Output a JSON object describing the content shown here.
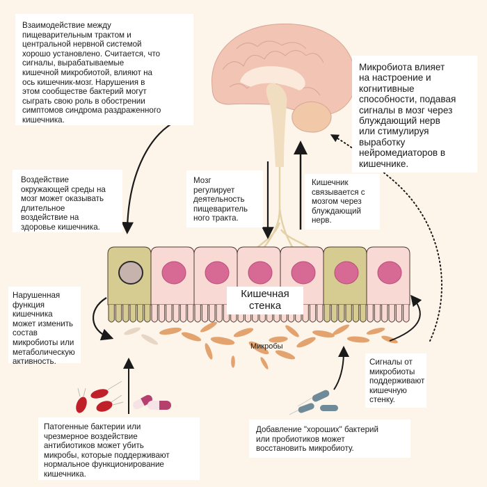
{
  "title": "Ось кишечник-мозг",
  "boxes": {
    "intro": "Взаимодействие между\nпищеварительным трактом и\nцентральной нервной системой\nхорошо установлено. Считается, что\nсигналы, вырабатываемые\nкишечной микробиотой, влияют на\nось кишечник-мозг. Нарушения в\nэтом сообществе бактерий могут\nсыграть свою роль в обострении\nсимптомов синдрома раздраженного\nкишечника.",
    "microbiota_mood": "Микробиота влияет\nна настроение и\nкогнитивные\nспособности, подавая\nсигналы в мозг через\nблуждающий нерв\nили стимулируя\nвыработку\nнейромедиаторов в\nкишечнике.",
    "environment": "Воздействие\nокружающей среды на\nмозг может оказывать\nдлительное\nвоздействие на\nздоровье кишечника.",
    "brain_regulates": "Мозг\nрегулирует\nдеятельность\nпищеваритель\nного тракта.",
    "gut_connects": "Кишечник\nсвязывается с\nмозгом через\nблуждающий\nнерв.",
    "disturbed_function": "Нарушенная\nфункция\nкишечника\nможет изменить\nсостав\nмикробиоты или\nметаболическую\nактивность.",
    "signals_support": "Сигналы от\nмикробиоты\nподдерживают\nкишечную\nстенку.",
    "pathogens": "Патогенные бактерии или\nчрезмерное воздействие\nантибиотиков может убить\nмикробы, которые поддерживают\nнормальное функционирование\nкишечника.",
    "probiotics": "Добавление \"хороших\" бактерий\nили пробиотиков может\nвосстановить микробиоту."
  },
  "labels": {
    "gut_wall": "Кишечная\nстенка",
    "microbes": "Микробы"
  },
  "colors": {
    "background": "#fdf5ea",
    "brain": "#f2c4b4",
    "cell_pink": "#f9d9d4",
    "cell_olive": "#d6cb90",
    "nucleus": "#d76a94",
    "microbe": "#e09a62",
    "pathogen": "#c0202a",
    "probiotic": "#6f8a98",
    "pill": "#b5406e"
  }
}
